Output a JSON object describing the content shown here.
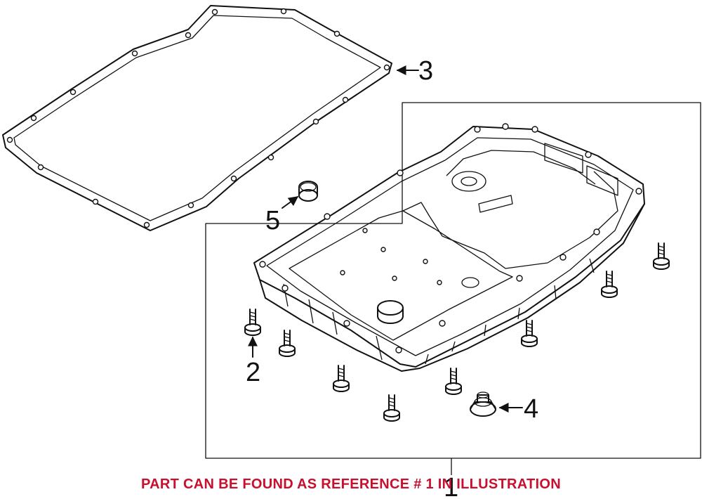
{
  "diagram": {
    "callouts": {
      "item_1": "1",
      "item_2": "2",
      "item_3": "3",
      "item_4": "4",
      "item_5": "5"
    },
    "caption": "PART CAN BE FOUND AS REFERENCE # 1 IN ILLUSTRATION",
    "colors": {
      "line": "#111111",
      "caption": "#c8102e",
      "background": "#ffffff"
    }
  }
}
